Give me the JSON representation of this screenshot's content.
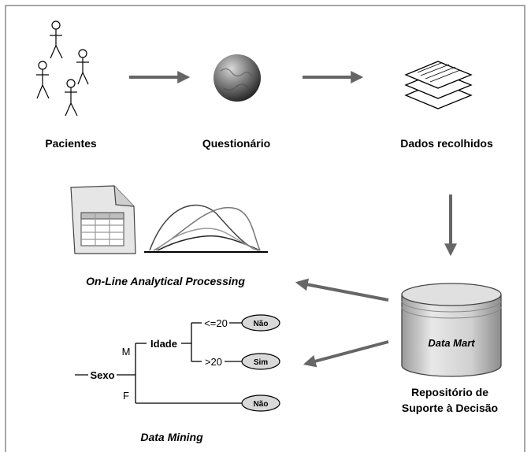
{
  "stages": {
    "patients": "Pacientes",
    "questionnaire": "Questionário",
    "collected": "Dados recolhidos"
  },
  "olap": {
    "label": "On-Line Analytical Processing"
  },
  "repository": {
    "db_label": "Data Mart",
    "caption_line1": "Repositório de",
    "caption_line2": "Suporte à Decisão"
  },
  "tree": {
    "root": "Sexo",
    "branch_m": "M",
    "branch_f": "F",
    "node_idade": "Idade",
    "cond_le20": "<=20",
    "cond_gt20": ">20",
    "leaf_1": "Não",
    "leaf_2": "Sim",
    "leaf_3": "Não"
  },
  "data_mining": {
    "label": "Data Mining"
  },
  "colors": {
    "arrow": "#666666",
    "frame": "#888888",
    "db_fill": "#d8d8d8"
  }
}
